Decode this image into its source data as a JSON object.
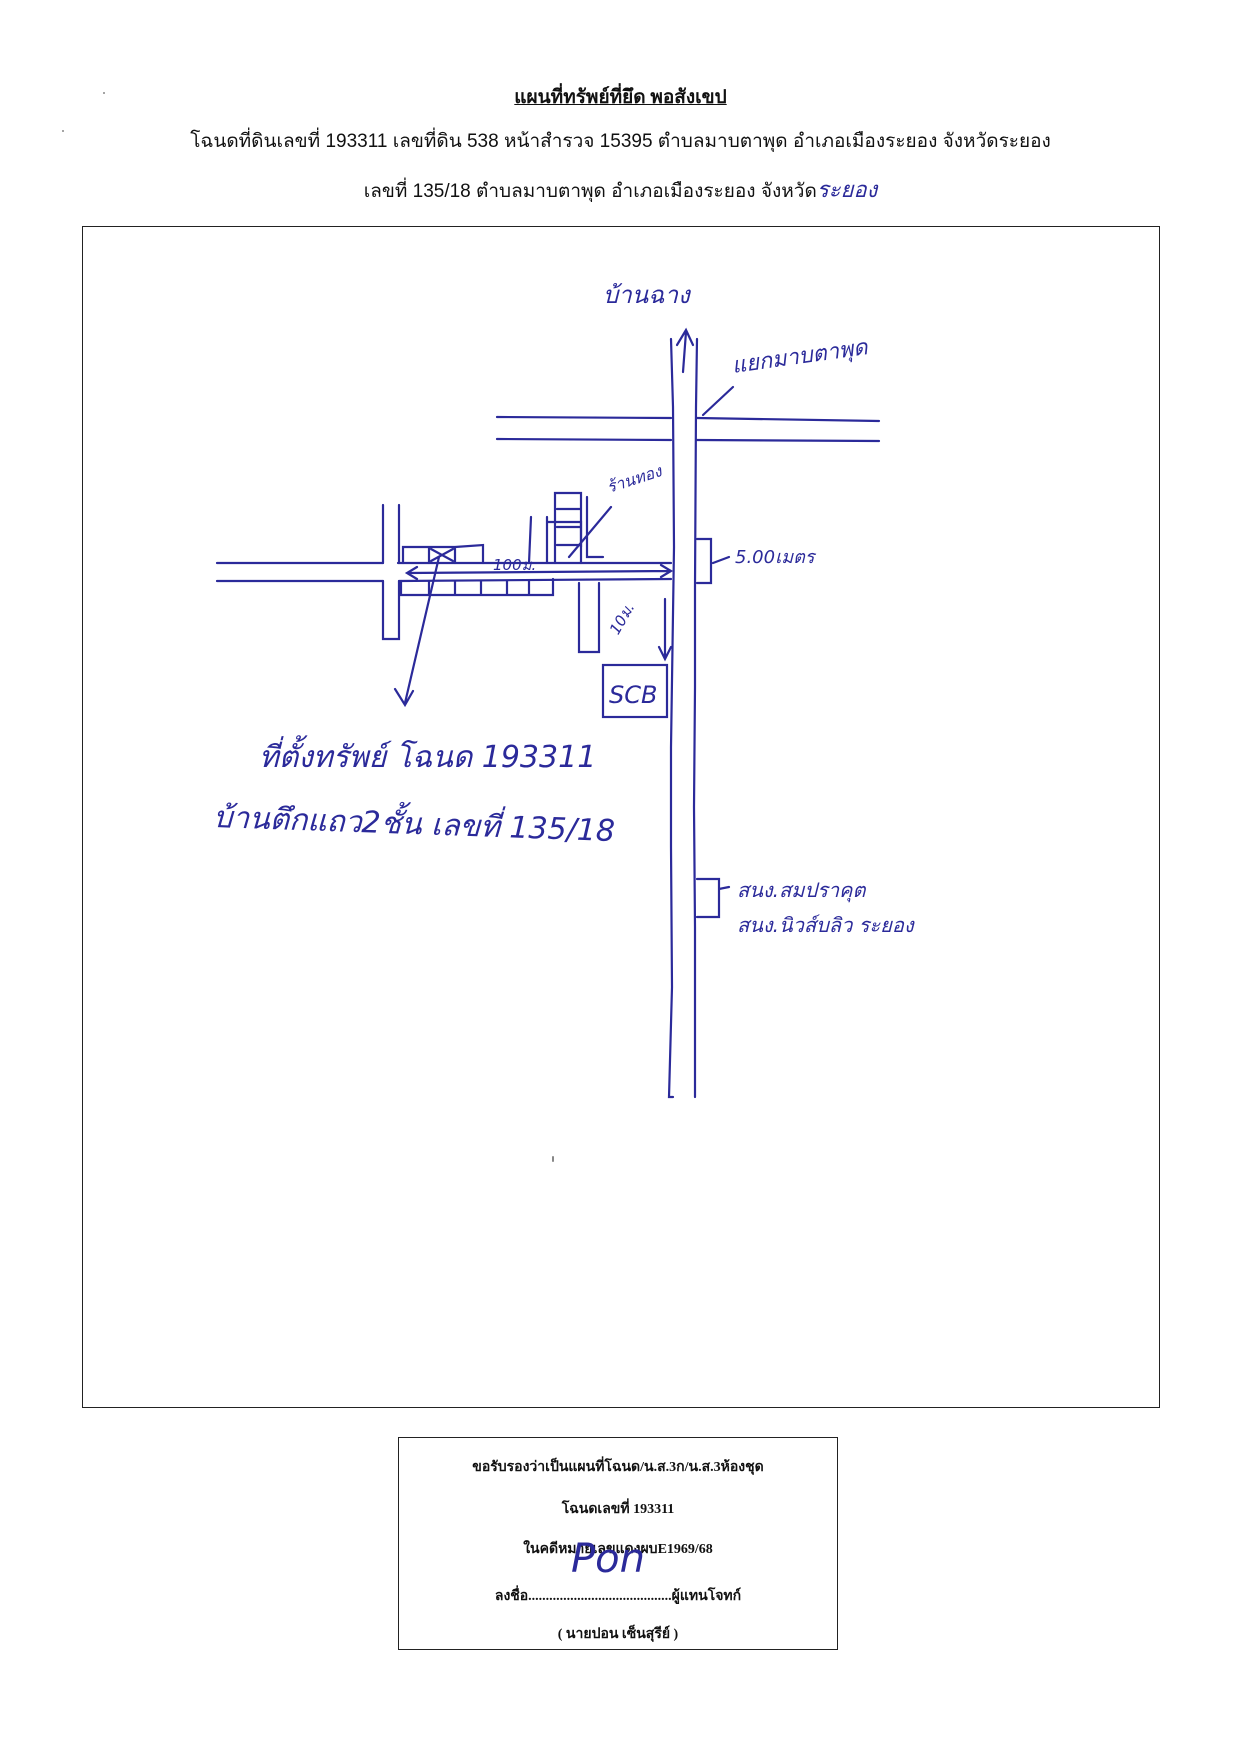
{
  "header": {
    "title": "แผนที่ทรัพย์ที่ยึด พอสังเขป",
    "line1": "โฉนดที่ดินเลขที่ 193311 เลขที่ดิน 538 หน้าสำรวจ 15395 ตำบลมาบตาพุด  อำเภอเมืองระยอง จังหวัดระยอง",
    "line2_printed": "เลขที่ 135/18   ตำบลมาบตาพุด  อำเภอเมืองระยอง จังหวัด",
    "line2_handwritten": "ระยอง"
  },
  "map": {
    "label_north": "บ้านฉาง",
    "label_junction": "แยกมาบตาพุด",
    "label_gold_shop": "ร้านทอง",
    "label_distance_100": "100ม.",
    "label_road_width": "5.00เมตร",
    "label_distance_10": "10ม.",
    "label_bank": "SCB",
    "label_property_line1": "ที่ตั้งทรัพย์ โฉนด 193311",
    "label_property_line2": "บ้านตึกแถว2ชั้น เลขที่ 135/18",
    "label_office_line1": "สนง.สมปราคุต",
    "label_office_line2": "สนง.นิวส์บลิว ระยอง"
  },
  "certification": {
    "line1": "ขอรับรองว่าเป็นแผนที่โฉนด/น.ส.3ก/น.ส.3ห้องชุด",
    "line2": "โฉนดเลขที่ 193311",
    "line3": "ในคดีหมายเลขแดงผบE1969/68",
    "line4": "ลงชื่อ.........................................ผู้แทนโจทก์",
    "signature": "Pon",
    "line5": "(  นายปอน เซ็นสุรีย์  )"
  },
  "colors": {
    "ink": "#2b2a9a",
    "print": "#111111"
  }
}
